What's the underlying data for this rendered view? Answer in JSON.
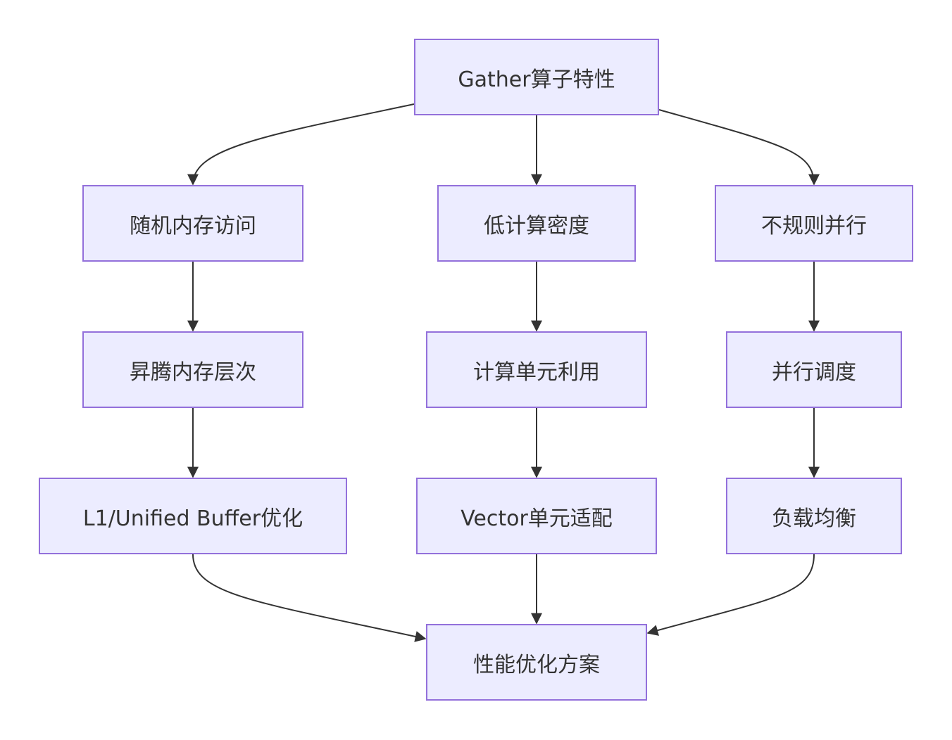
{
  "diagram": {
    "type": "flowchart",
    "direction": "top-down",
    "colors": {
      "node_fill": "#ececff",
      "node_border": "#9370db",
      "text": "#333333",
      "edge": "#333333"
    },
    "nodes": {
      "root": {
        "label": "Gather算子特性"
      },
      "random_access": {
        "label": "随机内存访问"
      },
      "low_density": {
        "label": "低计算密度"
      },
      "irregular": {
        "label": "不规则并行"
      },
      "ascend_mem": {
        "label": "昇腾内存层次"
      },
      "compute_unit": {
        "label": "计算单元利用"
      },
      "parallel_sched": {
        "label": "并行调度"
      },
      "buffer_opt": {
        "label": "L1/Unified Buffer优化"
      },
      "vector_adapt": {
        "label": "Vector单元适配"
      },
      "load_balance": {
        "label": "负载均衡"
      },
      "perf_plan": {
        "label": "性能优化方案"
      }
    },
    "edges": [
      {
        "from": "root",
        "to": "random_access"
      },
      {
        "from": "root",
        "to": "low_density"
      },
      {
        "from": "root",
        "to": "irregular"
      },
      {
        "from": "random_access",
        "to": "ascend_mem"
      },
      {
        "from": "low_density",
        "to": "compute_unit"
      },
      {
        "from": "irregular",
        "to": "parallel_sched"
      },
      {
        "from": "ascend_mem",
        "to": "buffer_opt"
      },
      {
        "from": "compute_unit",
        "to": "vector_adapt"
      },
      {
        "from": "parallel_sched",
        "to": "load_balance"
      },
      {
        "from": "buffer_opt",
        "to": "perf_plan"
      },
      {
        "from": "vector_adapt",
        "to": "perf_plan"
      },
      {
        "from": "load_balance",
        "to": "perf_plan"
      }
    ]
  }
}
